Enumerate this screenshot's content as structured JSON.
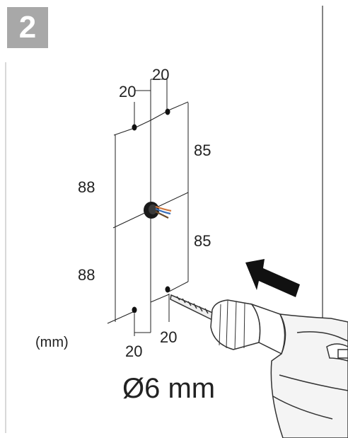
{
  "step": {
    "number": "2"
  },
  "dimensions": {
    "top_left_offset": "20",
    "top_right_offset": "20",
    "upper_left_vertical": "88",
    "upper_right_vertical": "85",
    "lower_left_vertical": "88",
    "lower_right_vertical": "85",
    "bottom_left_offset": "20",
    "bottom_right_offset": "20"
  },
  "unit_label": "(mm)",
  "drill_size": "Ø6 mm",
  "colors": {
    "badge": "#a8a8a8",
    "line": "#222222",
    "wall_line": "#9a9a9a"
  }
}
